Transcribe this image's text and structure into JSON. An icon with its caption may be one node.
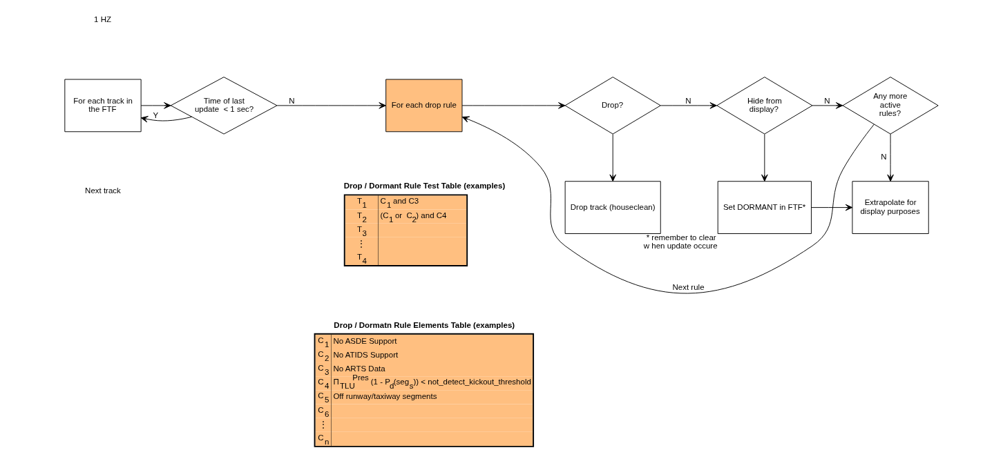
{
  "diagram": {
    "nodes": [
      {
        "text": [
          "For each track in the FTF"
        ]
      },
      {
        "text": [
          "Time of last update  < 1 sec?"
        ]
      },
      {
        "text": [
          "For each drop rule"
        ]
      },
      {
        "text": [
          "Drop?"
        ]
      },
      {
        "text": [
          "Drop track (houseclean)"
        ]
      },
      {
        "text": [
          "Hide from display?"
        ]
      },
      {
        "text": [
          "Set DORMANT in FTF*"
        ],
        "beside": [
          "* remember to clear w hen update occure"
        ]
      },
      {
        "text": [
          "Any more active rules?"
        ]
      },
      {
        "text": [
          "Extrapolate for display purposes"
        ]
      },
      {
        "text": [
          "Drop / Dormant Rule Test Table (examples)",
          "T$_{1}$",
          "C$_{1}$ and C3",
          "T$_{2}$",
          "(C$_{1}$ or  C$_{2}$) and C4",
          "T$_{3}$",
          "⋮",
          "T$_{4}$"
        ]
      },
      {
        "text": [
          "Drop / Dormatn Rule Elements Table (examples)",
          "C$_{1}$",
          "No ASDE Support",
          "C$_{2}$",
          "No ATIDS Support",
          "C$_{3}$",
          "No ARTS Data",
          "C$_{4}$",
          "Π$_{TLU}$$^{Pres}$ (1 - P$_{d}$(seg$_{s}$)) < not_detect_kickout_threshold",
          "C$_{5}$",
          "Off runway/taxiway segments",
          "C$_{6}$",
          "⋮",
          "C$_{n}$"
        ]
      }
    ],
    "edges": [
      {
        "from": 0,
        "to": 1,
        "arrow": "to"
      },
      {
        "from": 1,
        "to": 2,
        "arrow": "to",
        "label": "N"
      },
      {
        "from": 1,
        "to": 0,
        "arrow": "to",
        "label": "Y"
      },
      {
        "from": 2,
        "to": 3,
        "arrow": "to"
      },
      {
        "from": 3,
        "to": 5,
        "arrow": "to",
        "label": "N"
      },
      {
        "from": 3,
        "to": 4,
        "arrow": "to"
      },
      {
        "from": 5,
        "to": 7,
        "arrow": "to",
        "label": "N"
      },
      {
        "from": 5,
        "to": 6,
        "arrow": "to"
      },
      {
        "from": 7,
        "to": 2,
        "arrow": "to",
        "label": "Next rule"
      },
      {
        "from": 7,
        "to": 8,
        "arrow": "to",
        "label": "N"
      },
      {
        "from": 6,
        "to": 8,
        "arrow": "to"
      }
    ],
    "labels": [
      "1 HZ",
      "Next track"
    ]
  }
}
